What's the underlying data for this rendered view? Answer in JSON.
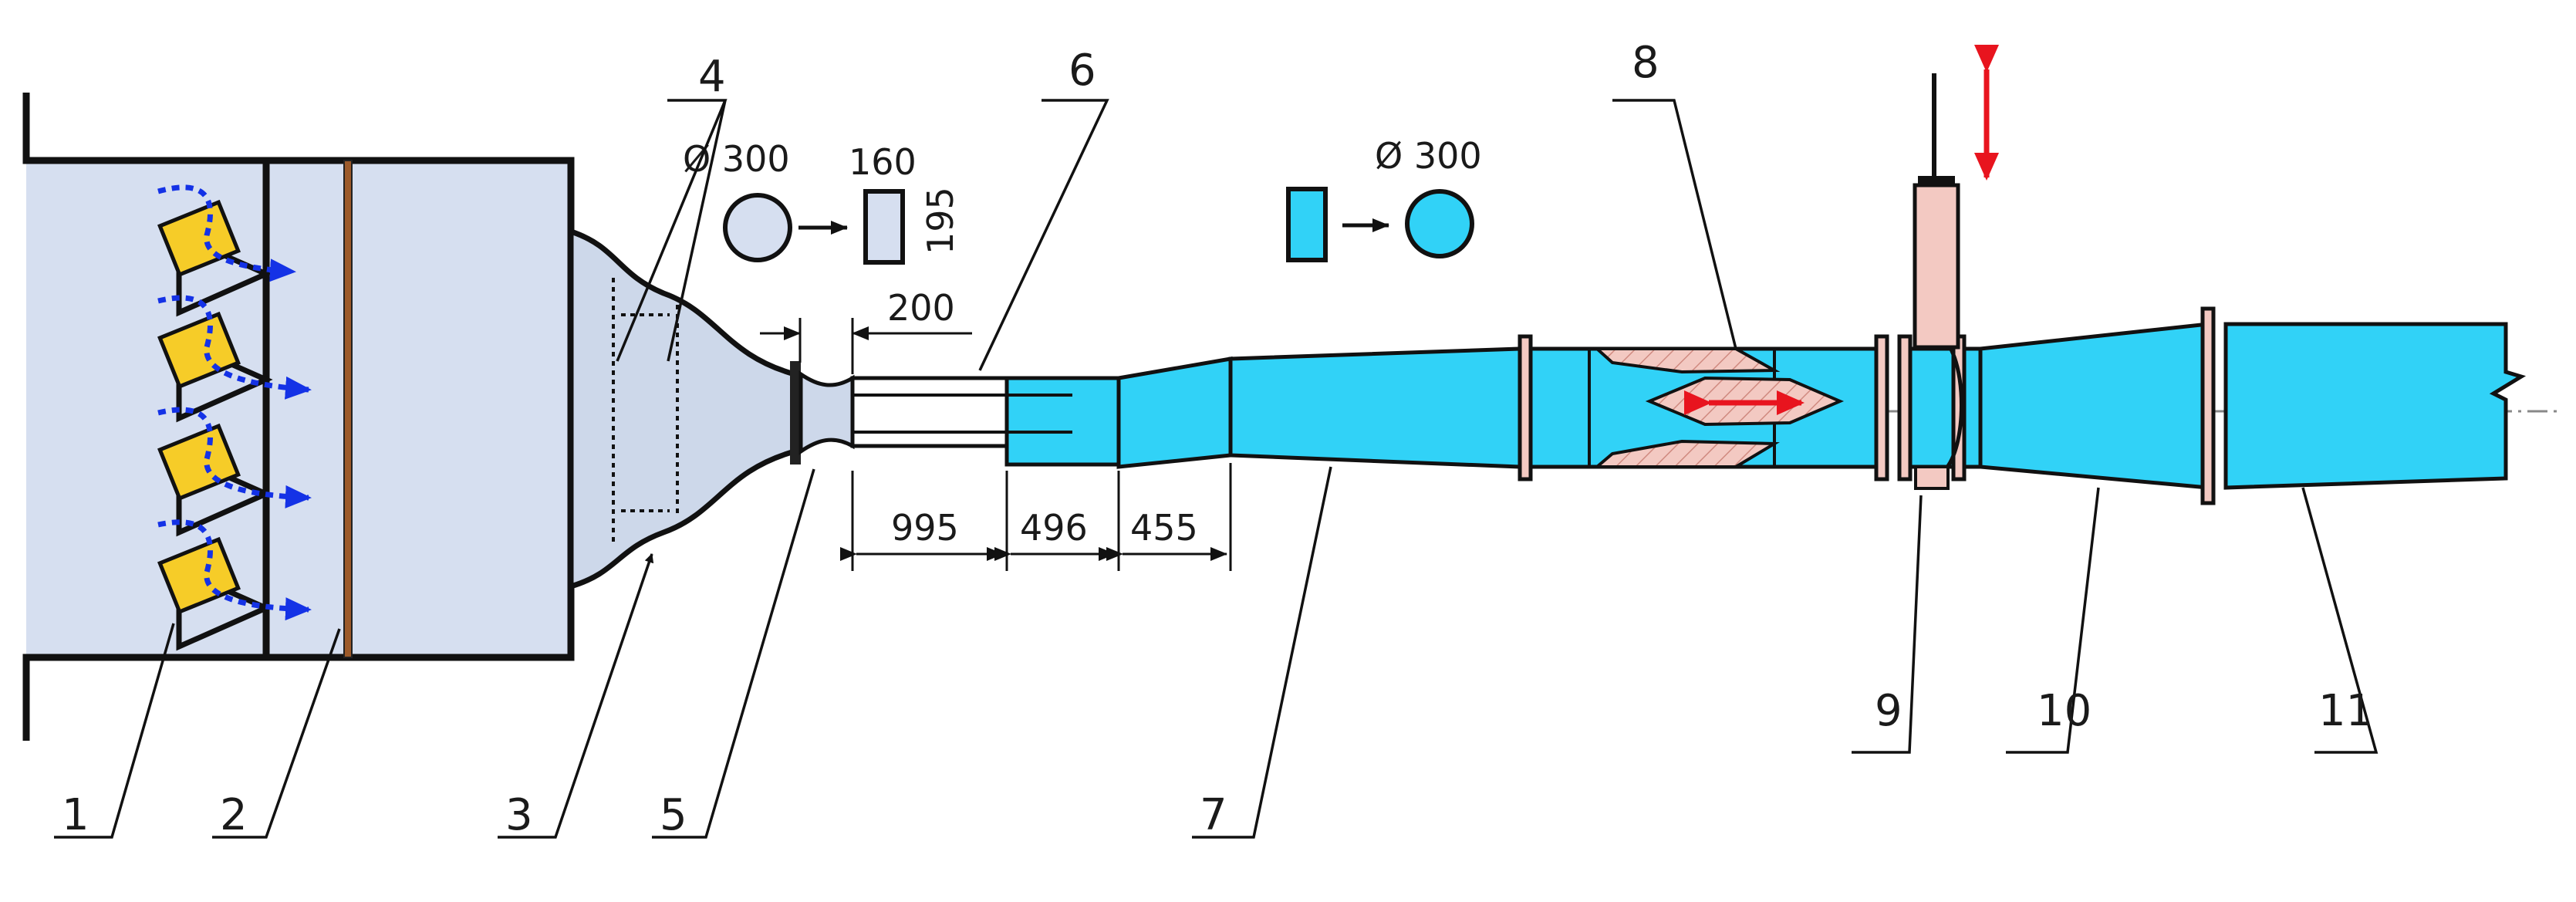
{
  "callouts": {
    "c1": "1",
    "c2": "2",
    "c3": "3",
    "c4": "4",
    "c5": "5",
    "c6": "6",
    "c7": "7",
    "c8": "8",
    "c9": "9",
    "c10": "10",
    "c11": "11"
  },
  "dimensions": {
    "d200": "200",
    "d995": "995",
    "d496": "496",
    "d455": "455"
  },
  "transitions": {
    "left_circle_diameter": "Ø 300",
    "left_rect_width": "160",
    "left_rect_height": "195",
    "right_circle_diameter": "Ø 300"
  },
  "colors": {
    "settling_chamber": "#d6dff0",
    "contraction": "#cdd8ea",
    "duct": "#31d2f7",
    "plug": "#f3c9c2",
    "fan": "#f6cc28",
    "screen": "#9c5a2a",
    "flow_arrow": "#1432e6",
    "motion_arrow": "#e8141e",
    "outline": "#111111"
  }
}
